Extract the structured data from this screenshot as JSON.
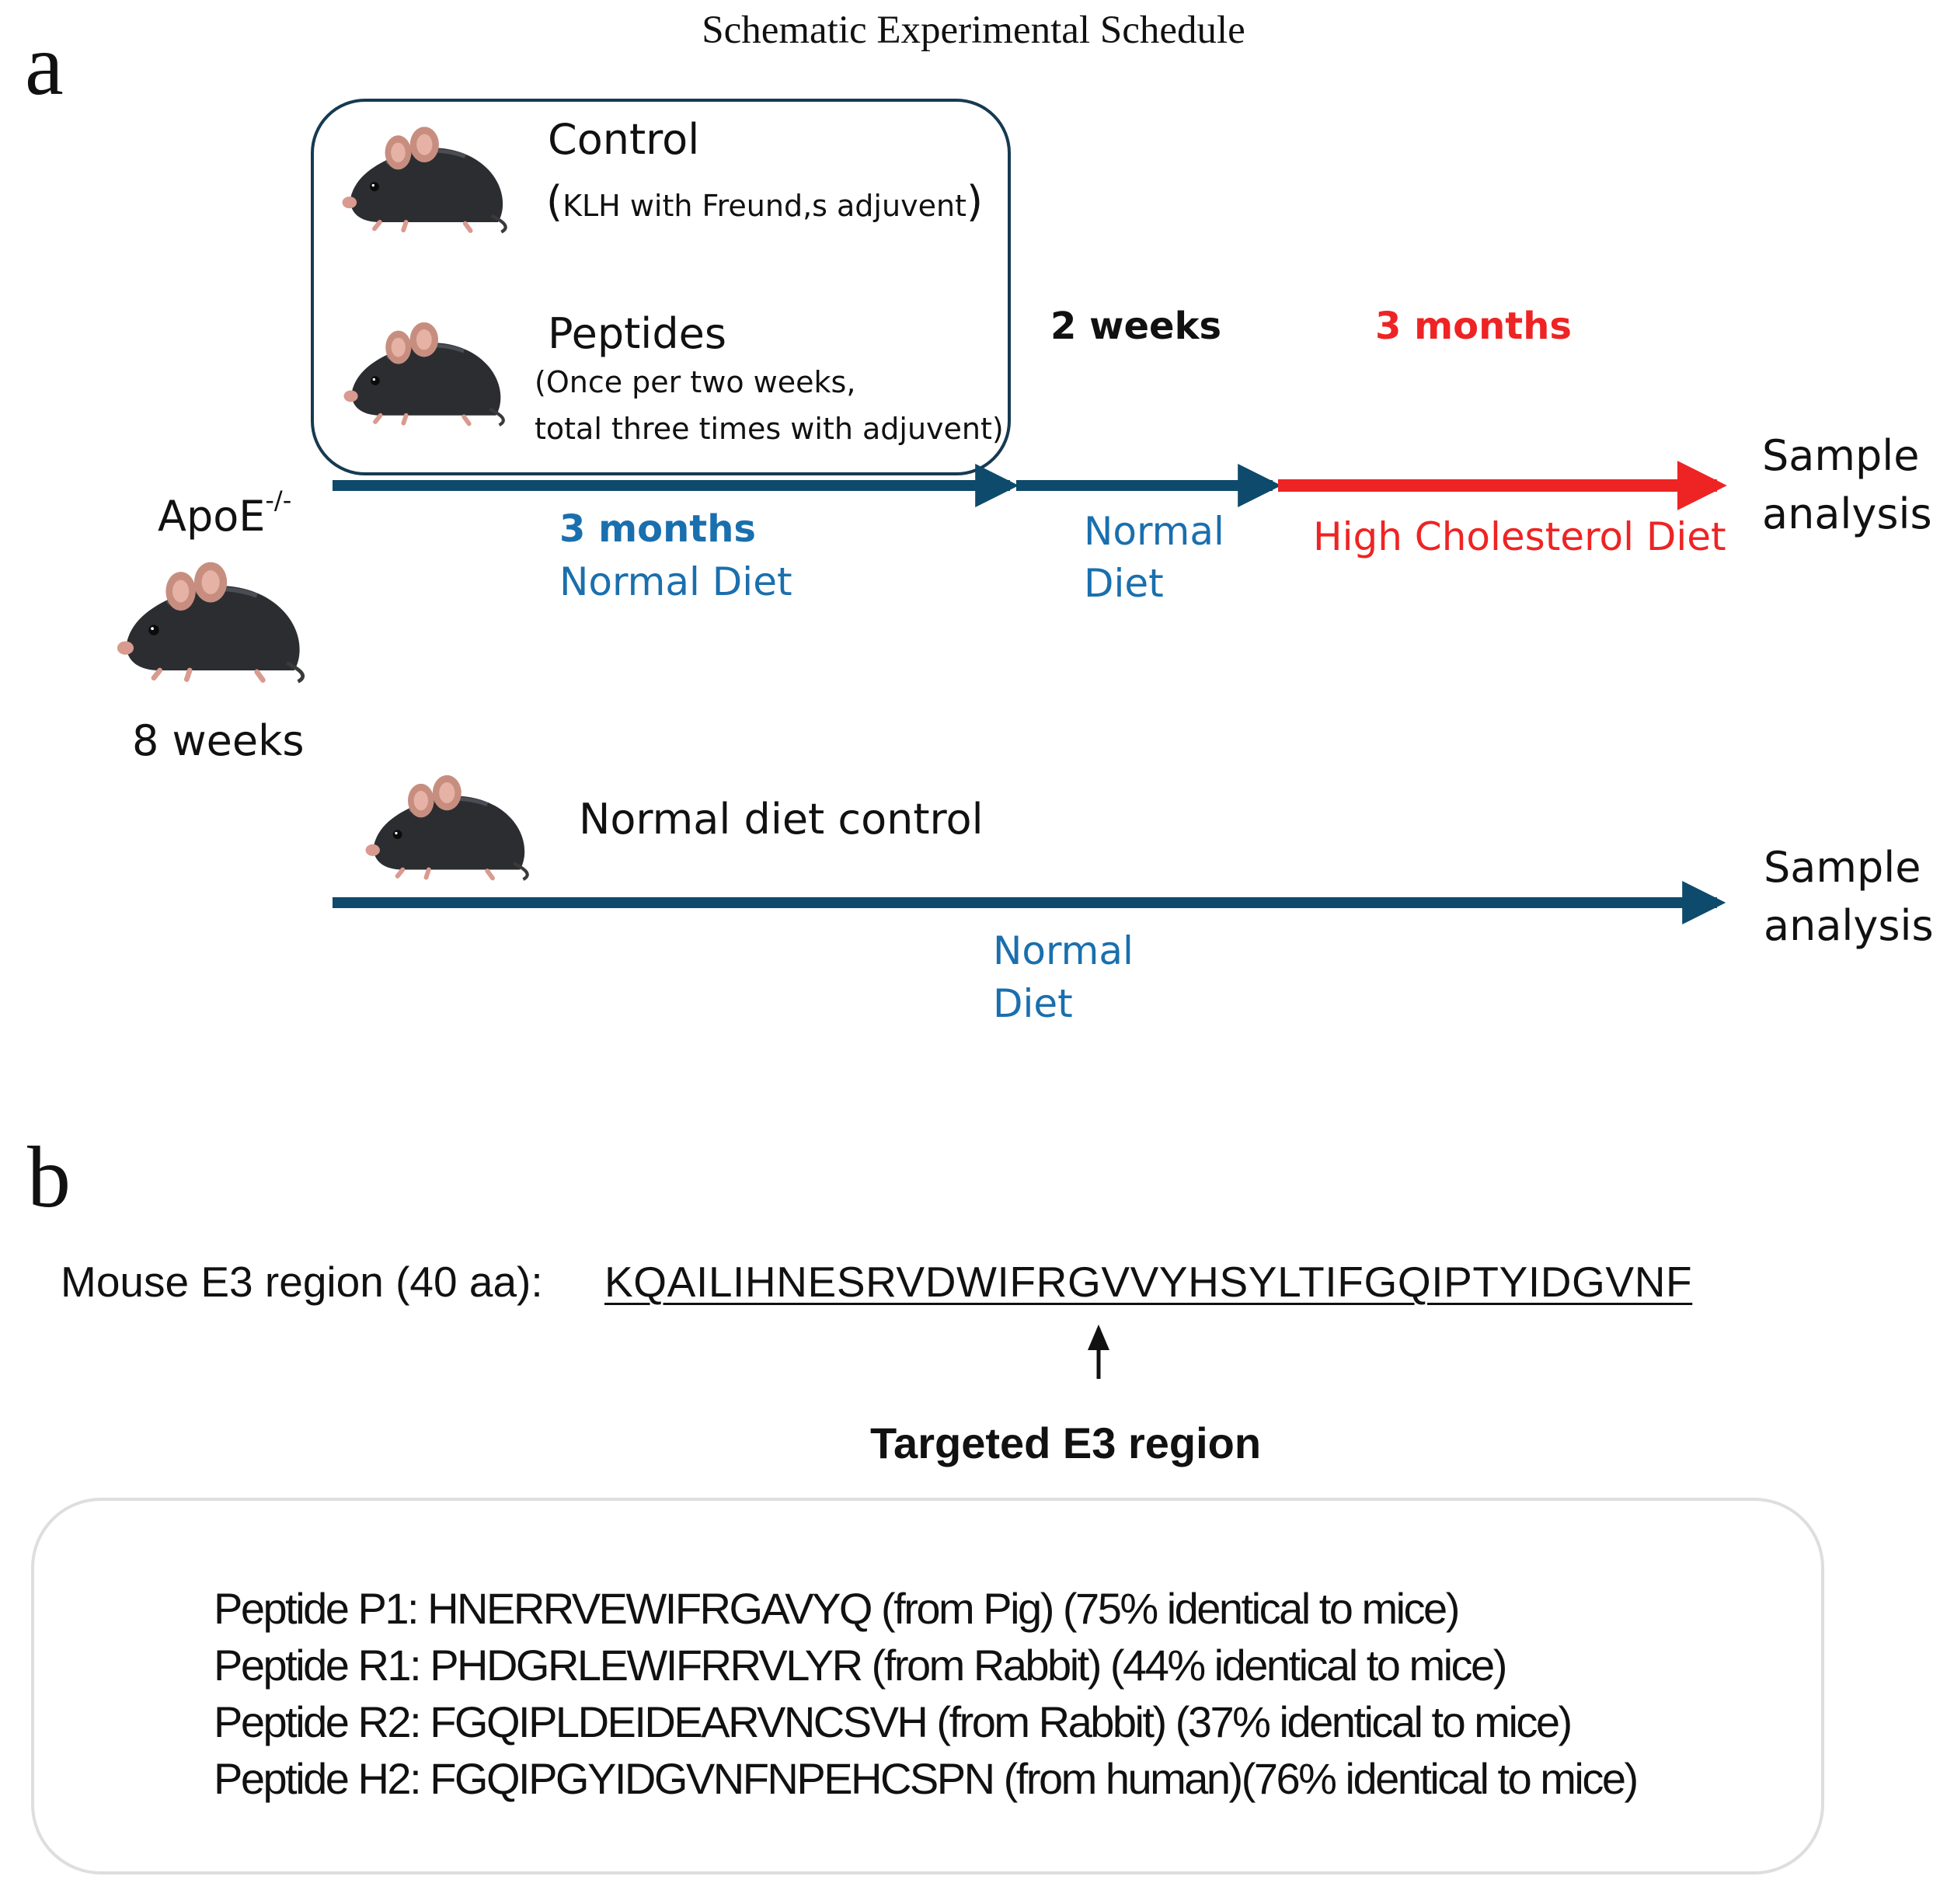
{
  "title": "Schematic Experimental Schedule",
  "panel_a": {
    "letter": "a",
    "strain": "ApoE",
    "strain_sup": "-/-",
    "start_age": "8 weeks",
    "group_control": {
      "label": "Control",
      "detail": "KLH with Freund,s adjuvent"
    },
    "group_peptides": {
      "label": "Peptides",
      "detail_line1": "(Once per two weeks,",
      "detail_line2": "total three times with adjuvent)"
    },
    "phase1": {
      "duration": "3 months",
      "diet": "Normal Diet"
    },
    "phase2": {
      "duration": "2 weeks",
      "diet_line1": "Normal",
      "diet_line2": "Diet"
    },
    "phase3": {
      "duration": "3 months",
      "diet": "High Cholesterol Diet"
    },
    "endpoint": {
      "line1": "Sample",
      "line2": "analysis"
    },
    "normal_control": {
      "label": "Normal diet control",
      "diet_line1": "Normal",
      "diet_line2": "Diet",
      "endpoint_line1": "Sample",
      "endpoint_line2": "analysis"
    },
    "colors": {
      "arrow": "#0e4a6b",
      "red": "#ee2424",
      "blue": "#1a6fae"
    }
  },
  "panel_b": {
    "letter": "b",
    "region_label": "Mouse E3 region (40 aa):",
    "region_sequence": "KQAILIHNESRVDWIFRGVVYHSYLTIFGQIPTYIDGVNF",
    "target_label": "Targeted E3 region",
    "peptides": [
      "Peptide P1: HNERRVEWIFRGAVYQ (from Pig) (75% identical to mice)",
      "Peptide R1: PHDGRLEWIFRRVLYR (from Rabbit) (44% identical to mice)",
      "Peptide R2: FGQIPLDEIDEARVNCSVH (from Rabbit) (37% identical to mice)",
      "Peptide H2: FGQIPGYIDGVNFNPEHCSPN (from human)(76% identical to mice)"
    ]
  }
}
